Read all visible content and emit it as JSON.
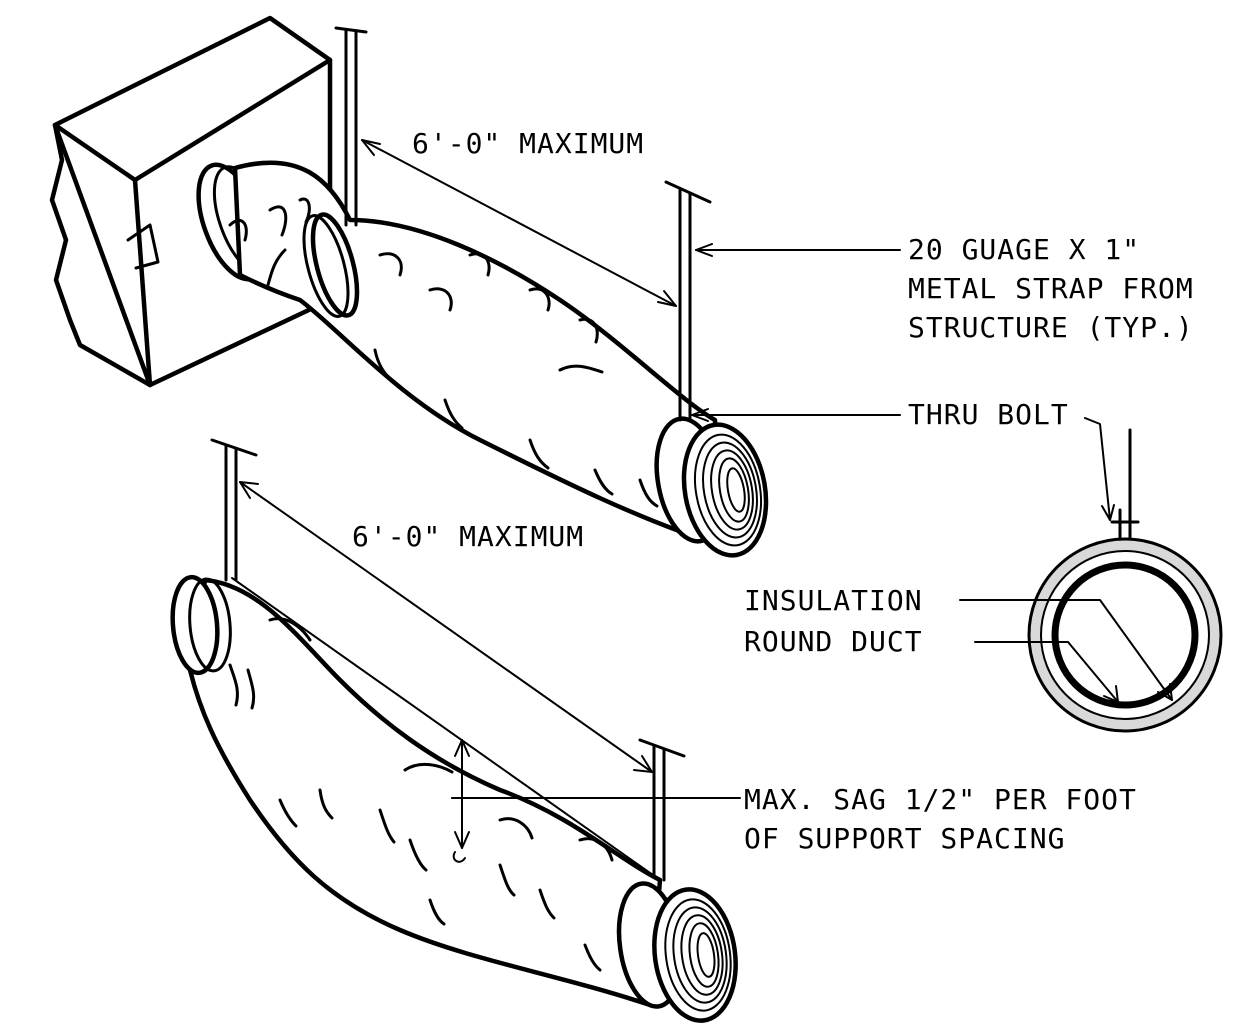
{
  "labels": {
    "dim_upper": "6'-0\" MAXIMUM",
    "dim_lower": "6'-0\" MAXIMUM",
    "strap_line1": "20 GUAGE X 1\"",
    "strap_line2": "METAL STRAP FROM",
    "strap_line3": "STRUCTURE (TYP.)",
    "thru_bolt": "THRU BOLT",
    "insulation": "INSULATION",
    "round_duct": "ROUND DUCT",
    "sag_line1": "MAX. SAG 1/2\" PER FOOT",
    "sag_line2": "OF SUPPORT SPACING"
  },
  "colors": {
    "ink": "#000000",
    "paper": "#ffffff",
    "insulation_fill": "#d9d9d9"
  }
}
